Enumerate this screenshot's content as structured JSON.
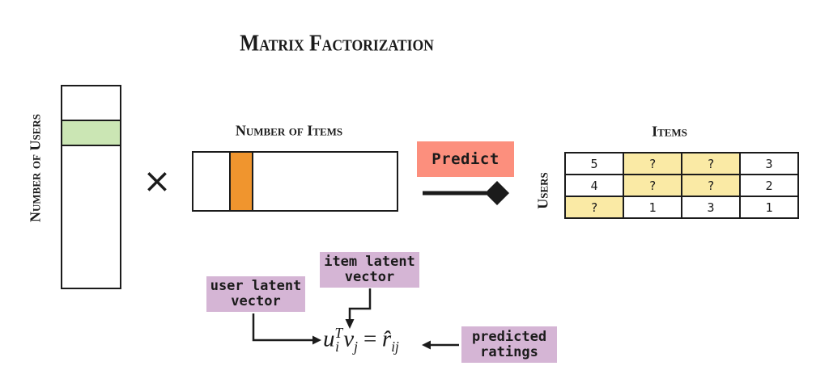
{
  "title": "Matrix Factorization",
  "colors": {
    "ink": "#1b1b1b",
    "green": "#cbe6b4",
    "orange": "#f0952e",
    "salmon": "#fc8f7d",
    "yellow": "#faeaa5",
    "purple": "#d5b5d5"
  },
  "user_matrix": {
    "label": "Number of Users"
  },
  "multiply_sign": "×",
  "item_matrix": {
    "label": "Number of Items"
  },
  "predict": {
    "label": "Predict"
  },
  "ratings_table": {
    "items_header": "Items",
    "users_header": "Users",
    "rows": [
      [
        {
          "value": "5",
          "highlight": false
        },
        {
          "value": "?",
          "highlight": true
        },
        {
          "value": "?",
          "highlight": true
        },
        {
          "value": "3",
          "highlight": false
        }
      ],
      [
        {
          "value": "4",
          "highlight": false
        },
        {
          "value": "?",
          "highlight": true
        },
        {
          "value": "?",
          "highlight": true
        },
        {
          "value": "2",
          "highlight": false
        }
      ],
      [
        {
          "value": "?",
          "highlight": true
        },
        {
          "value": "1",
          "highlight": false
        },
        {
          "value": "3",
          "highlight": false
        },
        {
          "value": "1",
          "highlight": false
        }
      ]
    ]
  },
  "annotations": {
    "user_latent_line1": "user latent",
    "user_latent_line2": "vector",
    "item_latent_line1": "item latent",
    "item_latent_line2": "vector",
    "predicted_line1": "predicted",
    "predicted_line2": "ratings"
  },
  "formula": {
    "u": "u",
    "u_sup": "T",
    "u_sub": "i",
    "v": "v",
    "v_sub": "j",
    "equals": "=",
    "r_hat": "r̂",
    "r_sub": "ij"
  }
}
